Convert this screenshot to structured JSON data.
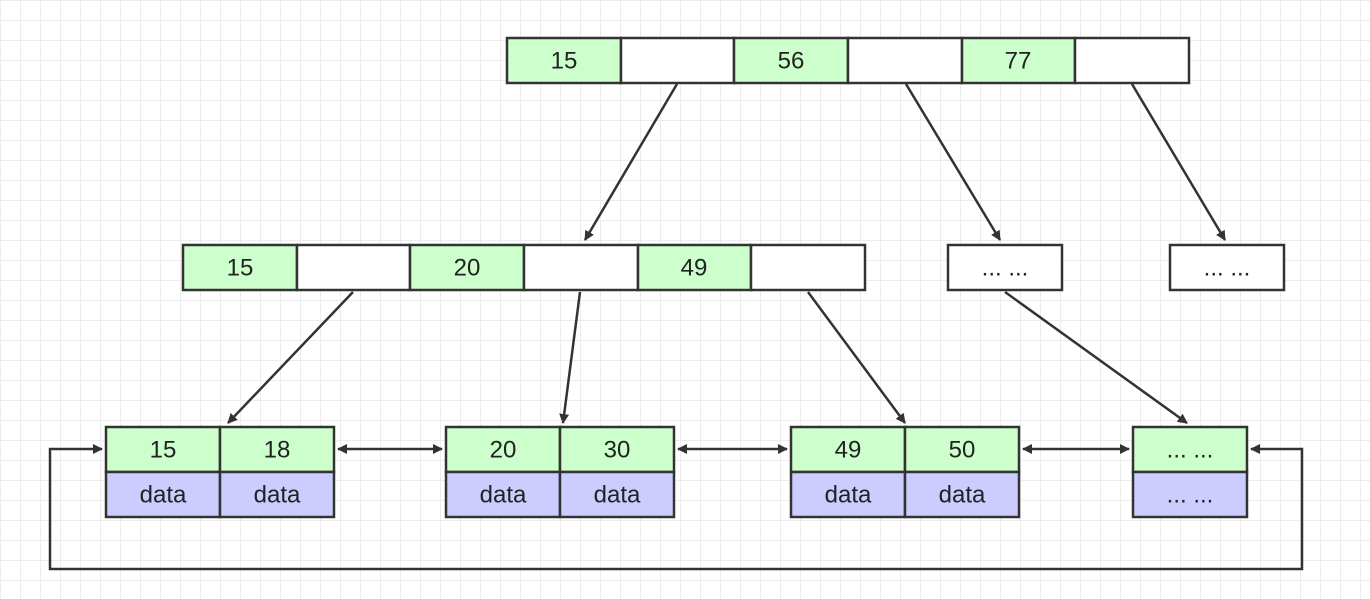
{
  "colors": {
    "key_cell": "#ccffcc",
    "data_cell": "#ccccff",
    "pointer_cell": "#ffffff",
    "stroke": "#333333"
  },
  "root_node": {
    "keys": [
      "15",
      "56",
      "77"
    ]
  },
  "internal_nodes": [
    {
      "keys": [
        "15",
        "20",
        "49"
      ]
    },
    {
      "label": "... ..."
    },
    {
      "label": "... ..."
    }
  ],
  "leaf_nodes": [
    {
      "keys": [
        "15",
        "18"
      ],
      "data": [
        "data",
        "data"
      ]
    },
    {
      "keys": [
        "20",
        "30"
      ],
      "data": [
        "data",
        "data"
      ]
    },
    {
      "keys": [
        "49",
        "50"
      ],
      "data": [
        "data",
        "data"
      ]
    },
    {
      "keys": [
        "... ..."
      ],
      "data": [
        "... ..."
      ]
    }
  ]
}
